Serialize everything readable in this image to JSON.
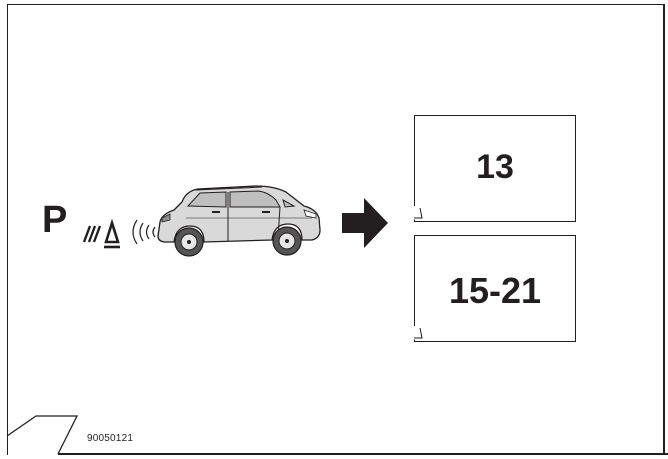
{
  "pages": {
    "top": "13",
    "bottom": "15-21"
  },
  "parking_sensor_symbol": "P",
  "figure_code": "90050121",
  "icons": [
    "parking-sensor-icon",
    "sound-waves-icon",
    "car-icon",
    "right-arrow-icon",
    "page-fold-icon"
  ],
  "colors": {
    "line": "#231f20",
    "background": "#ffffff"
  }
}
